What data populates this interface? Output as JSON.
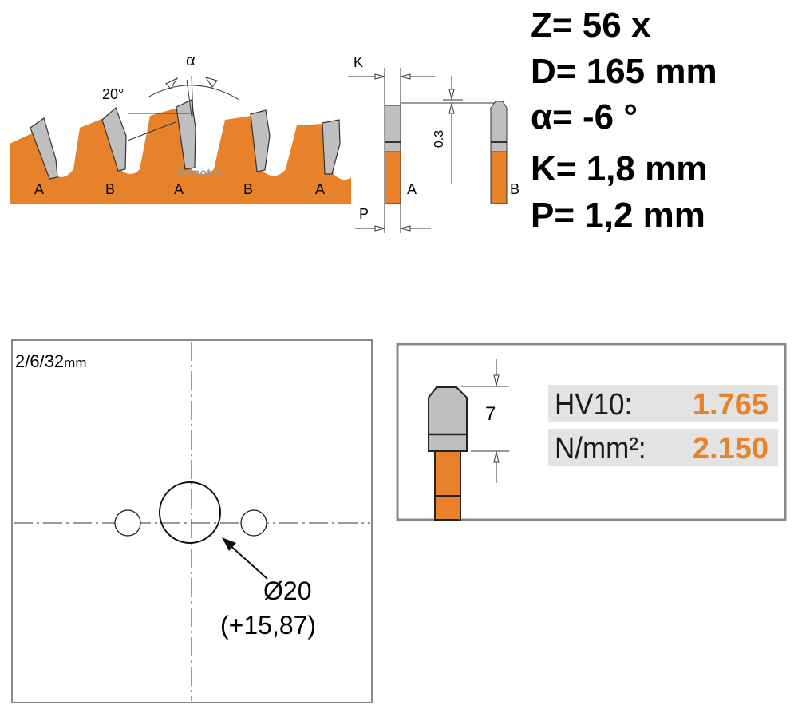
{
  "specs": {
    "z": "Z= 56 x",
    "d": "D= 165 mm",
    "alpha": "α= -6 °",
    "k": "K= 1,8 mm",
    "p": "P= 1,2 mm"
  },
  "blade_diagram": {
    "alpha_label": "α",
    "angle_label": "20°",
    "watermark": "Garnotec",
    "tooth_labels": [
      "A",
      "B",
      "A",
      "B",
      "A"
    ],
    "k_label": "K",
    "p_label": "P",
    "height_label": "0.3",
    "profile_a_label": "A",
    "profile_b_label": "B"
  },
  "bore_diagram": {
    "pinholes_label": "2/6/32",
    "pinholes_unit": "mm",
    "diameter_label": "Ø20",
    "alt_diameter_label": "(+15,87)"
  },
  "hardness": {
    "tip_height_label": "7",
    "rows": [
      {
        "label": "HV10:",
        "value": "1.765"
      },
      {
        "label": "N/mm²:",
        "value": "2.150"
      }
    ]
  },
  "colors": {
    "orange": "#e8822a",
    "grey": "#bfbfbf"
  }
}
